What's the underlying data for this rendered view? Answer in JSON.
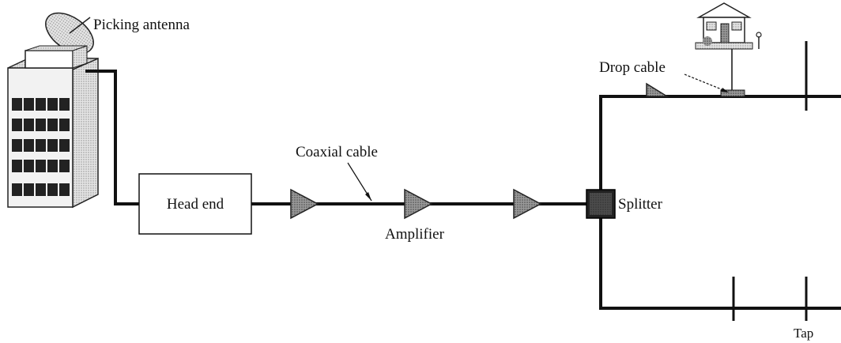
{
  "labels": {
    "picking_antenna": "Picking antenna",
    "head_end": "Head end",
    "coaxial_cable": "Coaxial cable",
    "amplifier": "Amplifier",
    "splitter": "Splitter",
    "drop_cable": "Drop cable",
    "tap": "Tap"
  },
  "icons": [
    "satellite-dish-icon",
    "building-icon",
    "house-icon",
    "amplifier-icon",
    "splitter-icon"
  ],
  "colors": {
    "line": "#111111",
    "amplifier_fill": "#8a8a8a",
    "splitter_fill": "#2a2a2a",
    "building_fill": "#d8d8d8"
  }
}
